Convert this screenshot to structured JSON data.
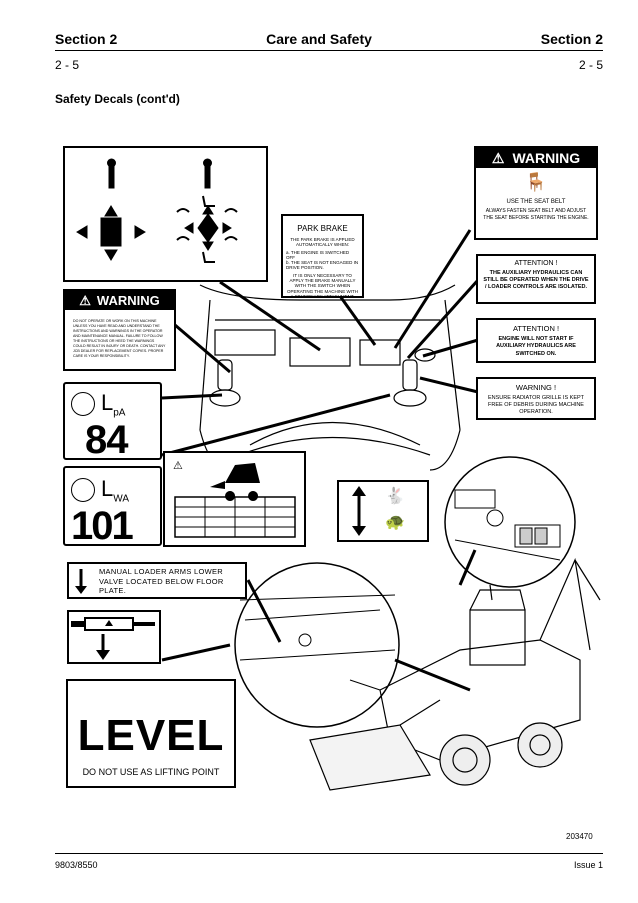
{
  "header": {
    "left": "Section 2",
    "center": "Care and Safety",
    "right": "Section 2",
    "page_left": "2 - 5",
    "page_right": "2 - 5"
  },
  "section_title": "Safety Decals (cont'd)",
  "decals": {
    "park_brake": {
      "title": "PARK BRAKE",
      "line1": "THE PARK BRAKE IS APPLIED AUTOMATICALLY WHEN:",
      "line2": "a. THE ENGINE IS SWITCHED OFF",
      "line3": "b. THE SEAT IS NOT ENGAGED IN DRIVE POSITION.",
      "line4": "IT IS ONLY NECESSARY TO APPLY THE BRAKE MANUALLY WITH THE SWITCH WHEN OPERATING THE MACHINE WITH A STATIONARY ATTACHMENT."
    },
    "seat_belt": {
      "banner": "WARNING",
      "line1": "USE THE SEAT BELT",
      "line2": "ALWAYS FASTEN SEAT BELT AND ADJUST THE SEAT BEFORE STARTING THE ENGINE."
    },
    "aux_hydraulics": {
      "title": "ATTENTION !",
      "text": "THE AUXILIARY HYDRAULICS CAN STILL BE OPERATED WHEN THE DRIVE / LOADER CONTROLS ARE ISOLATED."
    },
    "engine_start": {
      "title": "ATTENTION !",
      "text": "ENGINE WILL NOT START IF AUXILIARY HYDRAULICS ARE SWITCHED ON."
    },
    "radiator": {
      "title": "WARNING !",
      "text": "ENSURE RADIATOR GRILLE IS KEPT FREE OF DEBRIS DURING MACHINE OPERATION."
    },
    "operator_manual": {
      "banner": "WARNING",
      "text": "DO NOT OPERATE OR WORK ON THIS MACHINE UNLESS YOU HAVE READ AND UNDERSTAND THE INSTRUCTIONS AND WARNINGS IN THE OPERATOR AND MAINTENANCE MANUAL. FAILURE TO FOLLOW THE INSTRUCTIONS OR HEED THE WARNINGS COULD RESULT IN INJURY OR DEATH. CONTACT ANY JCB DEALER FOR REPLACEMENT COPIES. PROPER CARE IS YOUR RESPONSIBILITY."
    },
    "noise_lpa": {
      "label": "L",
      "sub": "pA",
      "value": "84"
    },
    "noise_lwa": {
      "label": "L",
      "sub": "WA",
      "value": "101"
    },
    "loader_arms": {
      "text": "MANUAL LOADER ARMS LOWER VALVE LOCATED BELOW FLOOR PLATE."
    },
    "level": {
      "title": "LEVEL",
      "text": "DO NOT USE AS LIFTING POINT"
    }
  },
  "figure_number": "203470",
  "footer": {
    "left": "9803/8550",
    "right": "Issue 1"
  }
}
